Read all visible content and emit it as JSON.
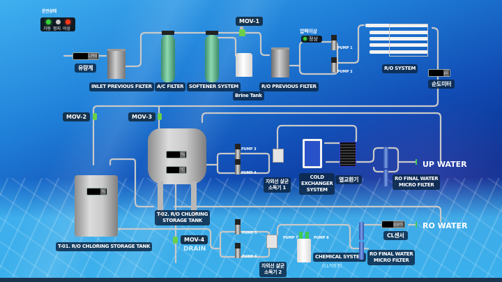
{
  "status_panel": {
    "title": "운전상태",
    "leds": [
      {
        "label": "가동",
        "color": "#39d23a"
      },
      {
        "label": "정지",
        "color": "#c8c8c8"
      },
      {
        "label": "이상",
        "color": "#ff3a1a"
      }
    ]
  },
  "pressure_alarm": {
    "title": "압력이상",
    "status": "정상",
    "led_color": "#39d23a"
  },
  "flowmeter": {
    "label": "유량계",
    "unit": "LPM"
  },
  "conductivity_meter": {
    "label": "순도미터",
    "unit": "㎲"
  },
  "cl_sensor": {
    "label": "CL센서",
    "unit": "ppm"
  },
  "equipment": {
    "inlet_filter": "INLET PREVIOUS FILTER",
    "ac_filter": "A/C FILTER",
    "softener": "SOFTENER SYSTEM",
    "brine_tank": "Brine Tank",
    "ro_prev_filter": "R/O PREVIOUS FILTER",
    "ro_system": "R/O SYSTEM",
    "uv1_line1": "자외선 살균",
    "uv1_line2": "소독기 1",
    "uv2_line1": "자외선 살균",
    "uv2_line2": "소독기 2",
    "cold_line1": "COLD",
    "cold_line2": "EXCHANGER",
    "cold_line3": "SYSTEM",
    "heat_exchanger": "열교환기",
    "micro_up_line1": "RO FINAL WATER",
    "micro_up_line2": "MICRO FILTER",
    "micro_ro_line1": "RO FINAL WATER",
    "micro_ro_line2": "MICRO FILTER",
    "chemical_line1": "CHEMICAL SYSTEM",
    "chemical_line2": "(CL저장조)",
    "t01": "T-01. R/O CHLORING STORAGE TANK",
    "t02_line1": "T-02. R/O CHLORING",
    "t02_line2": "STORAGE TANK"
  },
  "tanks": {
    "t01_level_unit": "%",
    "t02_level_unit": "%",
    "t02_temp_unit": "℃"
  },
  "pumps": [
    "PUMP 1",
    "PUMP 2",
    "PUMP 3",
    "PUMP 4",
    "PUMP 5",
    "PUMP 6",
    "PUMP 7",
    "PUMP 8"
  ],
  "valves": {
    "mov1": "MOV-1",
    "mov2": "MOV-2",
    "mov3": "MOV-3",
    "mov4": "MOV-4",
    "drain": "DRAIN"
  },
  "outputs": {
    "up_water": "UP WATER",
    "ro_water": "RO WATER"
  }
}
